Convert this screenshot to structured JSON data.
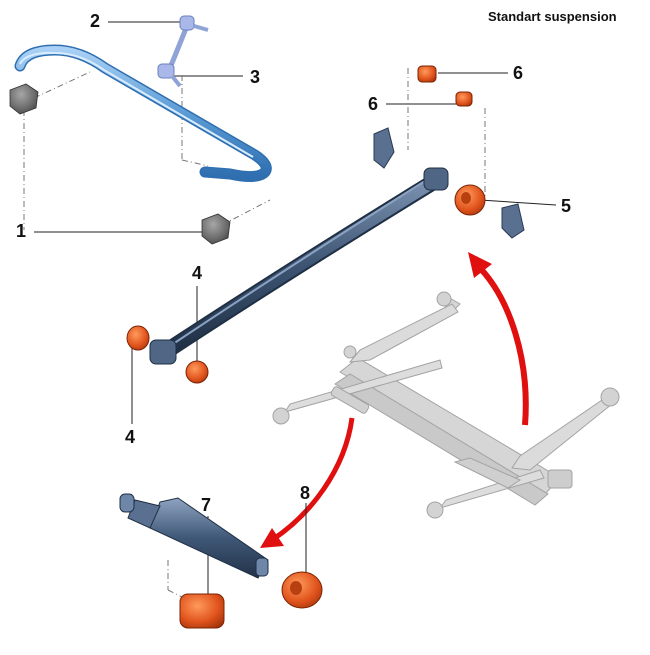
{
  "title": "Standart suspension",
  "callouts": {
    "c1": "1",
    "c2": "2",
    "c3": "3",
    "c4a": "4",
    "c4b": "4",
    "c5": "5",
    "c6a": "6",
    "c6b": "6",
    "c7": "7",
    "c8": "8"
  },
  "colors": {
    "stabilizer_bar": "#5b9bd5",
    "spring_leaf": "#3d5573",
    "shock_absorber": "#3f5878",
    "bushing_highlight": "#e0531c",
    "rubber_mount": "#6b6b6b",
    "axle_frame": "#c8c8c8",
    "arrow": "#e01010"
  }
}
